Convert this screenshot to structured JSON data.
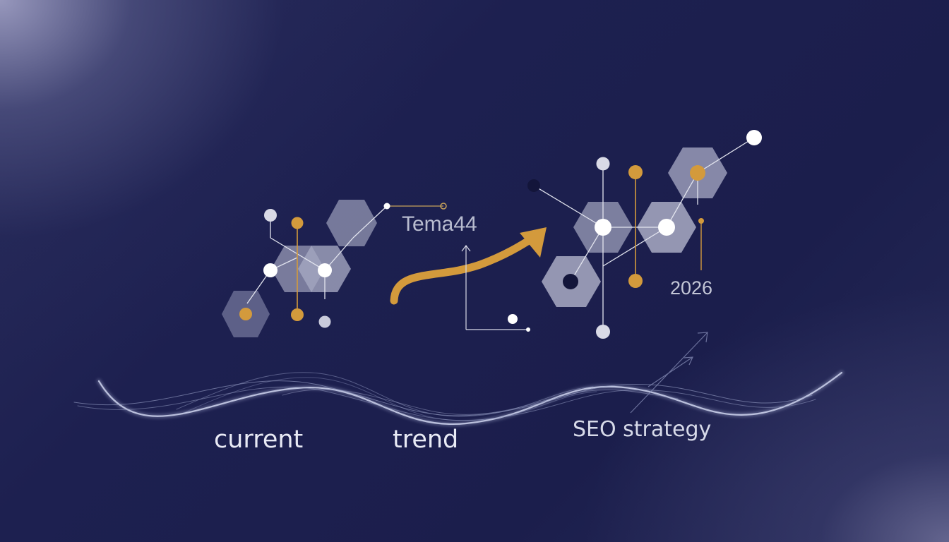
{
  "labels": {
    "tema": "Tema44",
    "year": "2026",
    "current": "current",
    "trend": "trend",
    "seo": "SEO strategy"
  },
  "colors": {
    "background": "#1c1f4a",
    "hexagon": "#a9abc4",
    "gold": "#d39a3c",
    "node_white": "#ffffff",
    "line": "#d9dbe8",
    "wave": "#9aa2c8"
  }
}
